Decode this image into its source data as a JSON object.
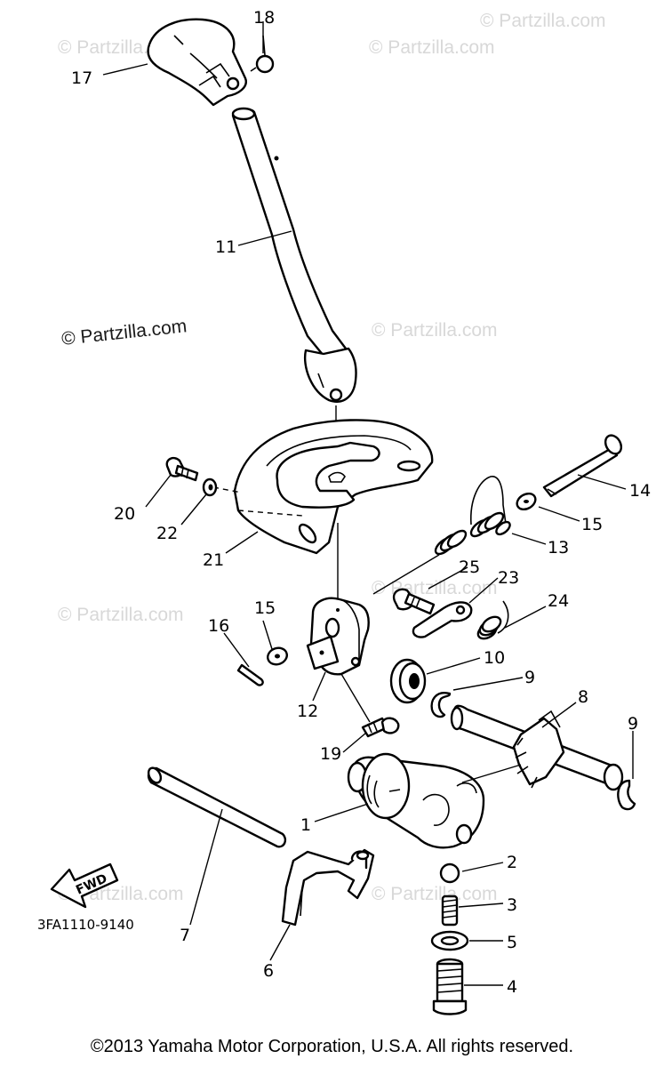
{
  "watermarks": [
    {
      "text": "© Partzilla.com"
    },
    {
      "text": "© Partzilla.com"
    },
    {
      "text": "© Partzilla.com"
    },
    {
      "text": "© Partzilla.com"
    },
    {
      "text": "© Partzilla.com"
    },
    {
      "text": "© Partzilla.com"
    },
    {
      "text": "© Partzilla.com"
    },
    {
      "text": "© Partzilla.com"
    },
    {
      "text": "© Partzilla.com"
    }
  ],
  "callouts": {
    "p1": "1",
    "p2": "2",
    "p3": "3",
    "p4": "4",
    "p5": "5",
    "p6": "6",
    "p7": "7",
    "p8": "8",
    "p9a": "9",
    "p9b": "9",
    "p10": "10",
    "p11": "11",
    "p12": "12",
    "p13": "13",
    "p14": "14",
    "p15a": "15",
    "p15b": "15",
    "p16": "16",
    "p17": "17",
    "p18": "18",
    "p19": "19",
    "p20": "20",
    "p21": "21",
    "p22": "22",
    "p23": "23",
    "p24": "24",
    "p25": "25"
  },
  "diagram_code": "3FA1110-9140",
  "fwd_label": "FWD",
  "copyright": "©2013 Yamaha Motor Corporation, U.S.A. All rights reserved."
}
